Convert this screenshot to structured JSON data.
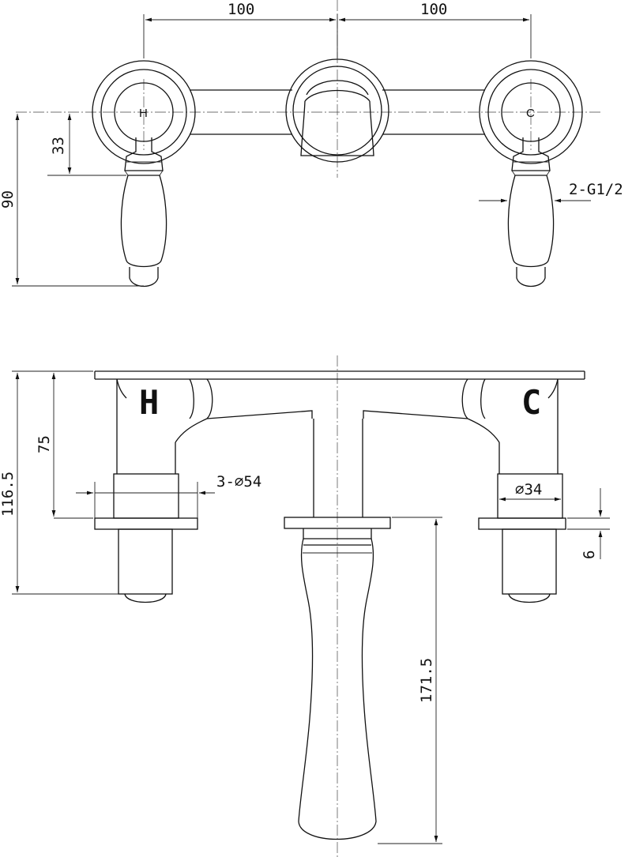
{
  "front_view": {
    "dim_left_spacing": "100",
    "dim_right_spacing": "100",
    "dim_handle_drop": "33",
    "dim_total_height": "90",
    "dim_connection": "2-G1/2",
    "hot_label": "H",
    "cold_label": "C"
  },
  "side_view": {
    "dim_height": "116.5",
    "dim_body": "75",
    "dim_flange": "3-⌀54",
    "dim_inner": "⌀34",
    "dim_thickness": "6",
    "dim_spout": "171.5",
    "hot_label": "H",
    "cold_label": "C"
  },
  "colors": {
    "line": "#111111",
    "background": "#ffffff"
  }
}
